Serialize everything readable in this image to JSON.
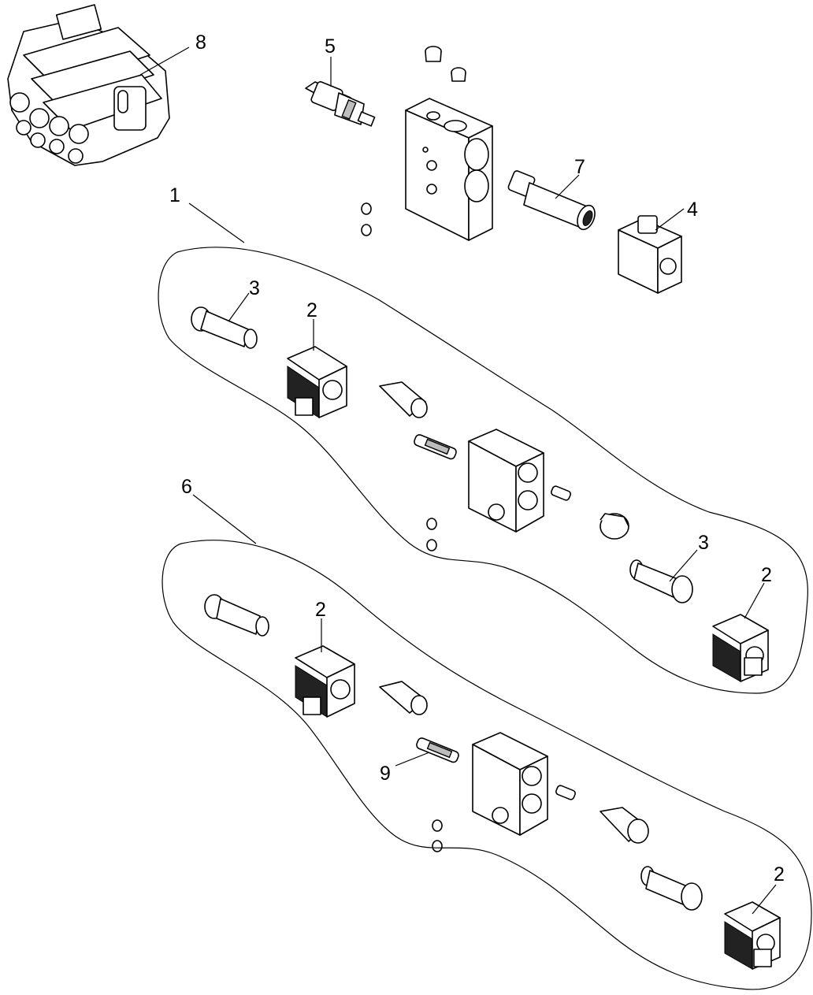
{
  "callouts": {
    "c1": "1",
    "c2a": "2",
    "c2b": "2",
    "c2c": "2",
    "c2d": "2",
    "c3a": "3",
    "c3b": "3",
    "c4": "4",
    "c5": "5",
    "c6": "6",
    "c7": "7",
    "c8": "8",
    "c9": "9"
  },
  "colors": {
    "line": "#000000",
    "shade": "#bdbdbd",
    "background": "#ffffff"
  }
}
